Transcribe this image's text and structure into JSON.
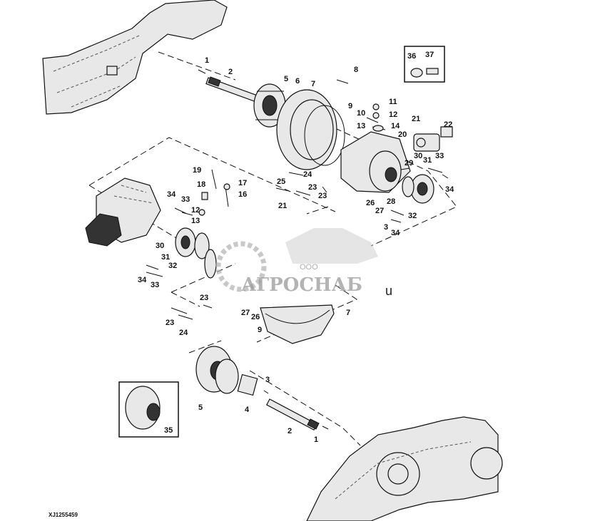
{
  "reference_code": "XJ1255459",
  "watermark": {
    "brand": "АГРОСНАБ",
    "prefix": "ООО",
    "suffix": "u"
  },
  "callouts": [
    {
      "id": "c1a",
      "text": "1"
    },
    {
      "id": "c2a",
      "text": "2"
    },
    {
      "id": "c5a",
      "text": "5"
    },
    {
      "id": "c6a",
      "text": "6"
    },
    {
      "id": "c7a",
      "text": "7"
    },
    {
      "id": "c8",
      "text": "8"
    },
    {
      "id": "c9a",
      "text": "9"
    },
    {
      "id": "c10",
      "text": "10"
    },
    {
      "id": "c11",
      "text": "11"
    },
    {
      "id": "c12a",
      "text": "12"
    },
    {
      "id": "c13a",
      "text": "13"
    },
    {
      "id": "c14",
      "text": "14"
    },
    {
      "id": "c20",
      "text": "20"
    },
    {
      "id": "c21a",
      "text": "21"
    },
    {
      "id": "c22",
      "text": "22"
    },
    {
      "id": "c33a",
      "text": "33"
    },
    {
      "id": "c30a",
      "text": "30"
    },
    {
      "id": "c31a",
      "text": "31"
    },
    {
      "id": "c29",
      "text": "29"
    },
    {
      "id": "c34a",
      "text": "34"
    },
    {
      "id": "c32a",
      "text": "32"
    },
    {
      "id": "c26a",
      "text": "26"
    },
    {
      "id": "c27a",
      "text": "27"
    },
    {
      "id": "c28",
      "text": "28"
    },
    {
      "id": "c24a",
      "text": "24"
    },
    {
      "id": "c25",
      "text": "25"
    },
    {
      "id": "c23a",
      "text": "23"
    },
    {
      "id": "c23b",
      "text": "23"
    },
    {
      "id": "c21b",
      "text": "21"
    },
    {
      "id": "c3b",
      "text": "3"
    },
    {
      "id": "c34b",
      "text": "34"
    },
    {
      "id": "c19",
      "text": "19"
    },
    {
      "id": "c18",
      "text": "18"
    },
    {
      "id": "c17",
      "text": "17"
    },
    {
      "id": "c16",
      "text": "16"
    },
    {
      "id": "c12b",
      "text": "12"
    },
    {
      "id": "c13b",
      "text": "13"
    },
    {
      "id": "c34c",
      "text": "34"
    },
    {
      "id": "c33b",
      "text": "33"
    },
    {
      "id": "c30b",
      "text": "30"
    },
    {
      "id": "c31b",
      "text": "31"
    },
    {
      "id": "c32b",
      "text": "32"
    },
    {
      "id": "c34d",
      "text": "34"
    },
    {
      "id": "c33c",
      "text": "33"
    },
    {
      "id": "c23c",
      "text": "23"
    },
    {
      "id": "c23d",
      "text": "23"
    },
    {
      "id": "c24b",
      "text": "24"
    },
    {
      "id": "c27b",
      "text": "27"
    },
    {
      "id": "c26b",
      "text": "26"
    },
    {
      "id": "c9b",
      "text": "9"
    },
    {
      "id": "c7b",
      "text": "7"
    },
    {
      "id": "c36",
      "text": "36"
    },
    {
      "id": "c37",
      "text": "37"
    },
    {
      "id": "c5b",
      "text": "5"
    },
    {
      "id": "c4",
      "text": "4"
    },
    {
      "id": "c3a",
      "text": "3"
    },
    {
      "id": "c2b",
      "text": "2"
    },
    {
      "id": "c1b",
      "text": "1"
    },
    {
      "id": "c35",
      "text": "35"
    }
  ]
}
